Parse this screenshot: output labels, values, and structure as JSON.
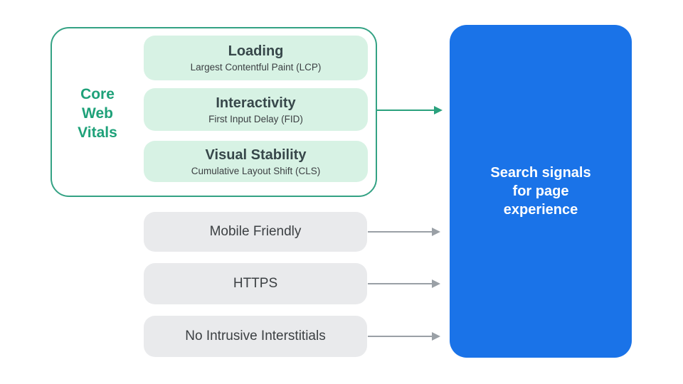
{
  "core_web_vitals": {
    "label_lines": [
      "Core",
      "Web",
      "Vitals"
    ],
    "items": [
      {
        "title": "Loading",
        "subtitle": "Largest Contentful Paint (LCP)"
      },
      {
        "title": "Interactivity",
        "subtitle": "First Input Delay (FID)"
      },
      {
        "title": "Visual Stability",
        "subtitle": "Cumulative Layout Shift (CLS)"
      }
    ]
  },
  "other_signals": [
    {
      "label": "Mobile Friendly"
    },
    {
      "label": "HTTPS"
    },
    {
      "label": "No Intrusive Interstitials"
    }
  ],
  "result_box": {
    "lines": [
      "Search signals",
      "for page",
      "experience"
    ],
    "text": "Search signals for page experience"
  },
  "arrows": [
    {
      "from": "core-web-vitals-group",
      "to": "search-signals-box",
      "style": "green"
    },
    {
      "from": "mobile-friendly",
      "to": "search-signals-box",
      "style": "gray"
    },
    {
      "from": "https",
      "to": "search-signals-box",
      "style": "gray"
    },
    {
      "from": "no-intrusive-interstitials",
      "to": "search-signals-box",
      "style": "gray"
    }
  ],
  "colors": {
    "green_accent": "#1EA179",
    "green_border": "#34A284",
    "mint_fill": "#D7F2E4",
    "gray_fill": "#E9EAEC",
    "blue_fill": "#1A73E8",
    "dark_text": "#3C4043",
    "arrow_gray": "#9AA0A6",
    "background": "#FFFFFF"
  }
}
